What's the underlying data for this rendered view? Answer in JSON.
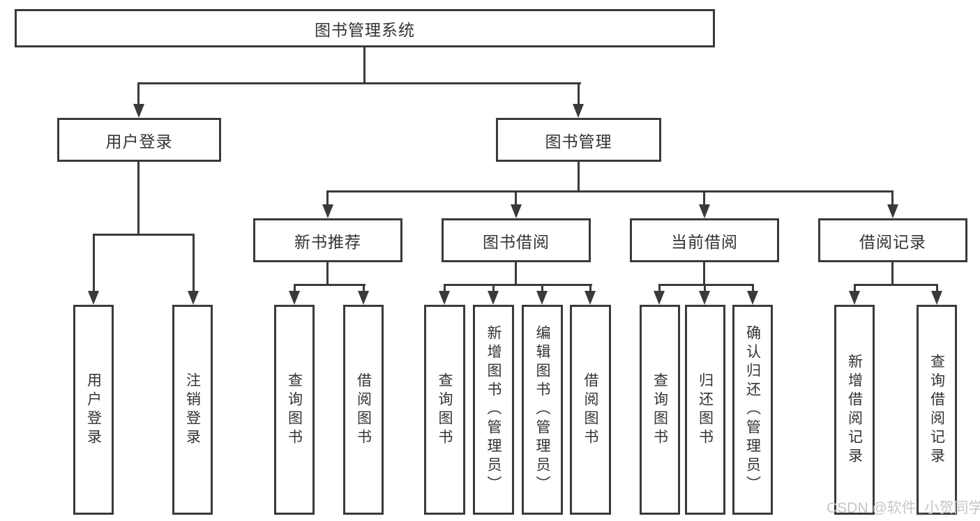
{
  "diagram_title": "图书管理系统",
  "tree": {
    "label": "图书管理系统",
    "children": [
      {
        "label": "用户登录",
        "children": [
          {
            "label": "用户登录"
          },
          {
            "label": "注销登录"
          }
        ]
      },
      {
        "label": "图书管理",
        "children": [
          {
            "label": "新书推荐",
            "children": [
              {
                "label": "查询图书"
              },
              {
                "label": "借阅图书"
              }
            ]
          },
          {
            "label": "图书借阅",
            "children": [
              {
                "label": "查询图书"
              },
              {
                "label": "新增图书（管理员）"
              },
              {
                "label": "编辑图书（管理员）"
              },
              {
                "label": "借阅图书"
              }
            ]
          },
          {
            "label": "当前借阅",
            "children": [
              {
                "label": "查询图书"
              },
              {
                "label": "归还图书"
              },
              {
                "label": "确认归还（管理员）"
              }
            ]
          },
          {
            "label": "借阅记录",
            "children": [
              {
                "label": "新增借阅记录"
              },
              {
                "label": "查询借阅记录"
              }
            ]
          }
        ]
      }
    ]
  },
  "watermark": {
    "text": "CSDN @软件_小贺同学"
  },
  "colors": {
    "line": "#3a3a3a",
    "text": "#333333",
    "watermark": "#c5c6ca",
    "background": "#ffffff"
  }
}
